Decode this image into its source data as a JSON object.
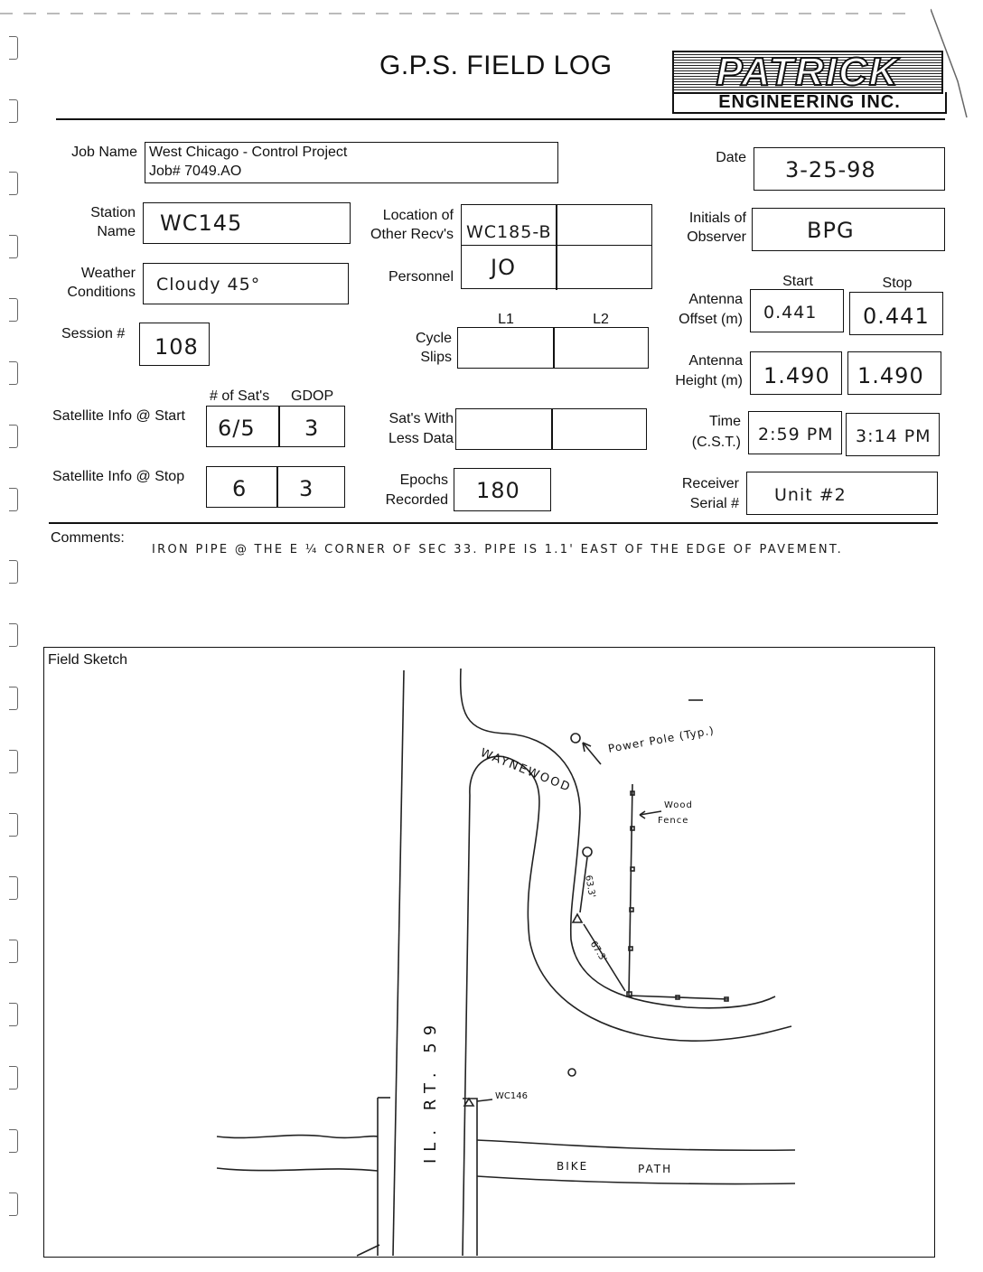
{
  "header": {
    "title": "G.P.S. FIELD LOG",
    "logo_main": "PATRICK",
    "logo_sub": "ENGINEERING INC."
  },
  "labels": {
    "job_name": "Job Name",
    "date": "Date",
    "station_name_1": "Station",
    "station_name_2": "Name",
    "location_1": "Location of",
    "location_2": "Other Recv's",
    "initials_1": "Initials of",
    "initials_2": "Observer",
    "weather_1": "Weather",
    "weather_2": "Conditions",
    "personnel": "Personnel",
    "start": "Start",
    "stop": "Stop",
    "antenna_offset_1": "Antenna",
    "antenna_offset_2": "Offset (m)",
    "session": "Session #",
    "l1": "L1",
    "l2": "L2",
    "cycle_slips_1": "Cycle",
    "cycle_slips_2": "Slips",
    "antenna_height_1": "Antenna",
    "antenna_height_2": "Height (m)",
    "num_sats": "# of Sat's",
    "gdop": "GDOP",
    "sat_info_start": "Satellite Info @ Start",
    "sats_less_1": "Sat's With",
    "sats_less_2": "Less Data",
    "time_1": "Time",
    "time_2": "(C.S.T.)",
    "sat_info_stop": "Satellite Info @ Stop",
    "epochs_1": "Epochs",
    "epochs_2": "Recorded",
    "receiver_1": "Receiver",
    "receiver_2": "Serial #",
    "comments": "Comments:",
    "field_sketch": "Field Sketch"
  },
  "values": {
    "job_name_line1": "West Chicago - Control Project",
    "job_name_line2": "Job# 7049.AO",
    "date": "3-25-98",
    "station_name": "WC145",
    "other_recv": "WC185-B",
    "initials": "BPG",
    "weather": "Cloudy 45°",
    "personnel": "JO",
    "antenna_offset_start": "0.441",
    "antenna_offset_stop": "0.441",
    "session": "108",
    "antenna_height_start": "1.490",
    "antenna_height_stop": "1.490",
    "sats_start": "6/5",
    "gdop_start": "3",
    "time_start": "2:59 PM",
    "time_stop": "3:14 PM",
    "sats_stop": "6",
    "gdop_stop": "3",
    "epochs": "180",
    "receiver_serial": "Unit #2",
    "comments": "Iron Pipe @ the E ¼ corner of Sec 33.  Pipe is 1.1' East of the edge of Pavement."
  },
  "sketch": {
    "road_main": "IL. RT. 59",
    "road_side": "WAYNEWOOD",
    "power_pole": "Power Pole (Typ.)",
    "wood_fence_1": "Wood",
    "wood_fence_2": "Fence",
    "dist_1": "63.3'",
    "dist_2": "67.3'",
    "station_ref": "WC146",
    "bike": "Bike",
    "path": "Path"
  }
}
